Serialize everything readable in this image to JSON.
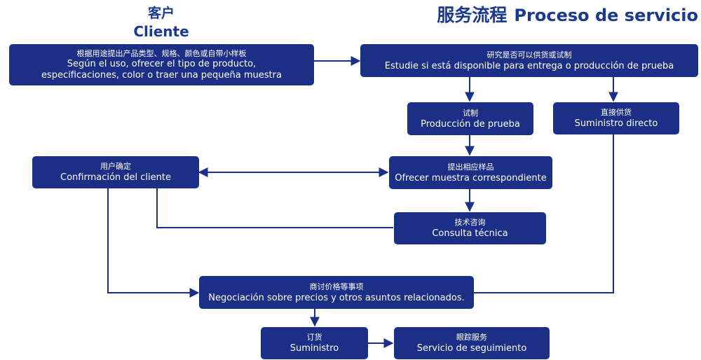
{
  "customer": {
    "zh": "客户",
    "es": "Cliente"
  },
  "title": {
    "zh": "服务流程",
    "es": "Proceso de servicio"
  },
  "nodes": {
    "start": {
      "zh": "根据用途提出产品类型、规格、颜色或自带小样板",
      "es": [
        "Según el uso, ofrecer el tipo de producto,",
        "especificaciones, color o traer una pequeña muestra"
      ]
    },
    "study": {
      "zh": "研究是否可以供货或试制",
      "es": "Estudie si está disponible para entrega o producción de prueba"
    },
    "trial": {
      "zh": "试制",
      "es": "Producción de prueba"
    },
    "direct": {
      "zh": "直接供货",
      "es": "Suministro directo"
    },
    "confirm": {
      "zh": "用户确定",
      "es": "Confirmación del cliente"
    },
    "sample": {
      "zh": "提出相应样品",
      "es": "Ofrecer muestra correspondiente"
    },
    "consult": {
      "zh": "技术咨询",
      "es": "Consulta técnica"
    },
    "negotiate": {
      "zh": "商讨价格等事项",
      "es": "Negociación sobre precios y otros asuntos relacionados."
    },
    "order": {
      "zh": "订货",
      "es": "Suministro"
    },
    "follow": {
      "zh": "眼踪服务",
      "es": "Servicio de seguimiento"
    }
  },
  "colors": {
    "box": "#1c2f86",
    "line": "#1c2f86",
    "title": "#1a3a8f"
  }
}
